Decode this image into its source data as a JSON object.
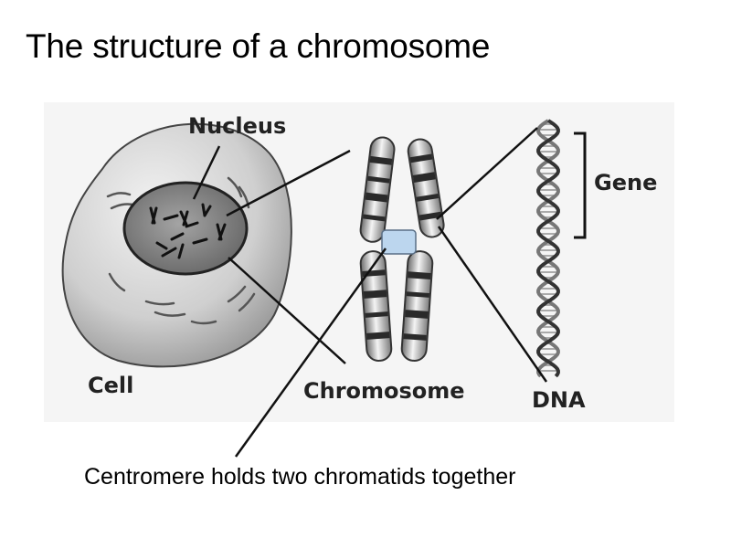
{
  "title": "The structure of a chromosome",
  "labels": {
    "nucleus": "Nucleus",
    "cell": "Cell",
    "chromosome": "Chromosome",
    "gene": "Gene",
    "dna": "DNA"
  },
  "caption": "Centromere holds two chromatids together",
  "colors": {
    "centromere": "#bcd6ee",
    "centromere_border": "#5a6f86",
    "cell_body": "#bdbdbd",
    "nucleus": "#7d7d7d"
  }
}
